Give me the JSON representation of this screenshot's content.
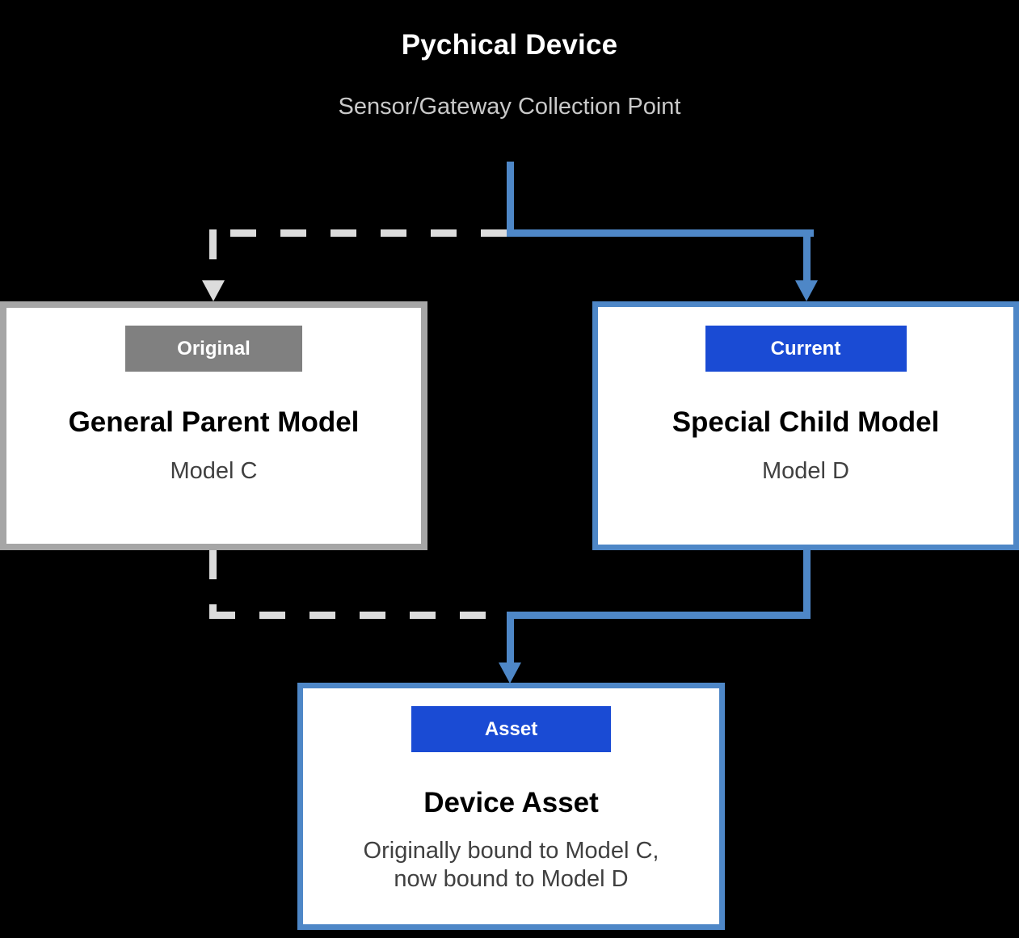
{
  "header": {
    "title": "Pychical Device",
    "subtitle": "Sensor/Gateway Collection Point"
  },
  "nodes": [
    {
      "id": "general-parent-model",
      "badge": "Original",
      "title": "General Parent Model",
      "subtitle": "Model C",
      "badge_color": "#808080",
      "border_color": "#a6a6a6",
      "fill_color": "#ffffff"
    },
    {
      "id": "special-child-model",
      "badge": "Current",
      "title": "Special Child Model",
      "subtitle": "Model D",
      "badge_color": "#1a4bd4",
      "border_color": "#4e87c7",
      "fill_color": "#ffffff"
    },
    {
      "id": "device-asset",
      "badge": "Asset",
      "title": "Device Asset",
      "subtitle_line1": "Originally bound to Model C,",
      "subtitle_line2": "now bound to Model D",
      "badge_color": "#1a4bd4",
      "border_color": "#4e87c7",
      "fill_color": "#ffffff"
    }
  ],
  "connectors": {
    "active_color": "#4e87c7",
    "legacy_color": "#dcdcdc",
    "legacy_style": "dashed",
    "active_style": "solid",
    "edges": [
      {
        "name": "device-to-child",
        "from": "Pychical Device",
        "to": "Special Child Model",
        "style": "solid",
        "color": "#4e87c7"
      },
      {
        "name": "device-to-parent",
        "from": "Pychical Device",
        "to": "General Parent Model",
        "style": "dashed",
        "color": "#dcdcdc"
      },
      {
        "name": "child-to-asset",
        "from": "Special Child Model",
        "to": "Device Asset",
        "style": "solid",
        "color": "#4e87c7"
      },
      {
        "name": "parent-to-asset",
        "from": "General Parent Model",
        "to": "Device Asset",
        "style": "dashed",
        "color": "#dcdcdc"
      }
    ]
  },
  "theme": {
    "background": "#000000",
    "title_color": "#ffffff",
    "subtitle_color": "#c9c9c9",
    "node_title_color": "#000000",
    "node_subtitle_color": "#404040"
  }
}
